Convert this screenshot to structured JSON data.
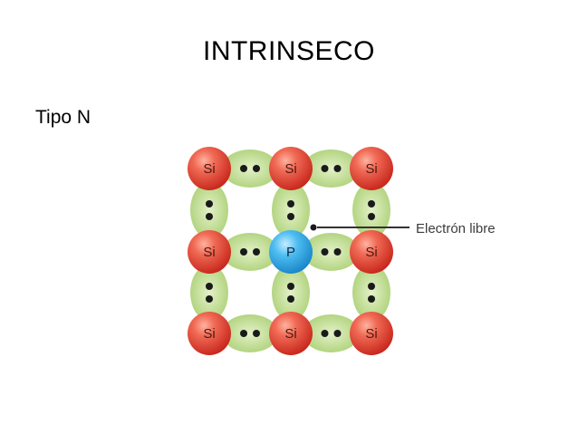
{
  "slide": {
    "title": "INTRINSECO",
    "subtitle": "Tipo N"
  },
  "diagram": {
    "atoms": [
      {
        "label": "Si",
        "kind": "silicon"
      },
      {
        "label": "Si",
        "kind": "silicon"
      },
      {
        "label": "Si",
        "kind": "silicon"
      },
      {
        "label": "Si",
        "kind": "silicon"
      },
      {
        "label": "P",
        "kind": "phosphorus"
      },
      {
        "label": "Si",
        "kind": "silicon"
      },
      {
        "label": "Si",
        "kind": "silicon"
      },
      {
        "label": "Si",
        "kind": "silicon"
      },
      {
        "label": "Si",
        "kind": "silicon"
      }
    ],
    "callout": "Electrón libre",
    "colors": {
      "silicon": "#e8473a",
      "phosphorus": "#2ea8e6",
      "bond": "#b9d98a",
      "electron": "#1a1a1a",
      "callout_line": "#333333"
    }
  }
}
